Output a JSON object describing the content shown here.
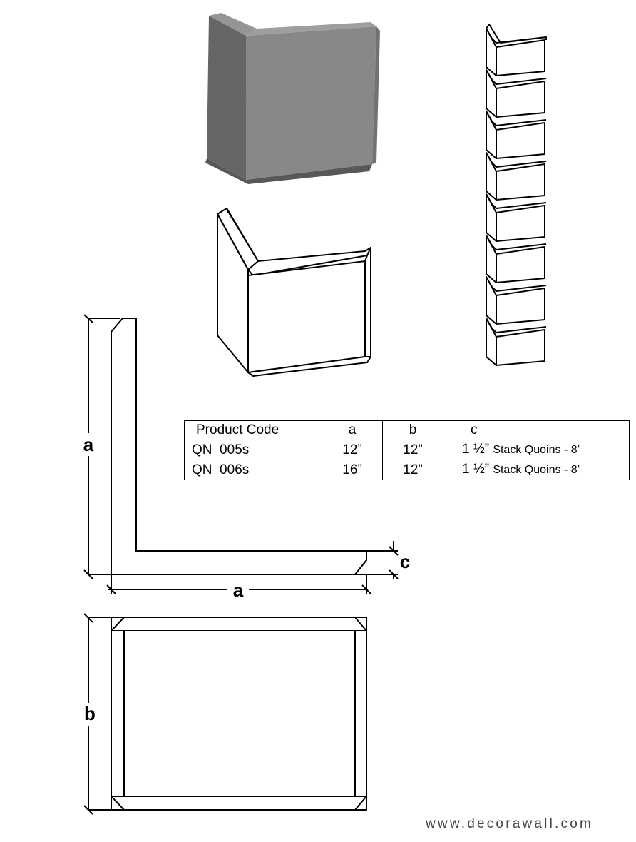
{
  "table": {
    "headers": [
      "Product Code",
      "a",
      "b",
      "c"
    ],
    "rows": [
      {
        "code": "QN  005s",
        "a": "12”",
        "b": "12”",
        "c_main": "1 ½”",
        "c_note": "Stack Quoins - 8’"
      },
      {
        "code": "QN  006s",
        "a": "16”",
        "b": "12”",
        "c_main": "1 ½”",
        "c_note": "Stack Quoins - 8’"
      }
    ]
  },
  "dimensions": {
    "a_vertical": "a",
    "a_horizontal": "a",
    "b": "b",
    "c": "c"
  },
  "footer": {
    "website": "www.decorawall.com"
  }
}
